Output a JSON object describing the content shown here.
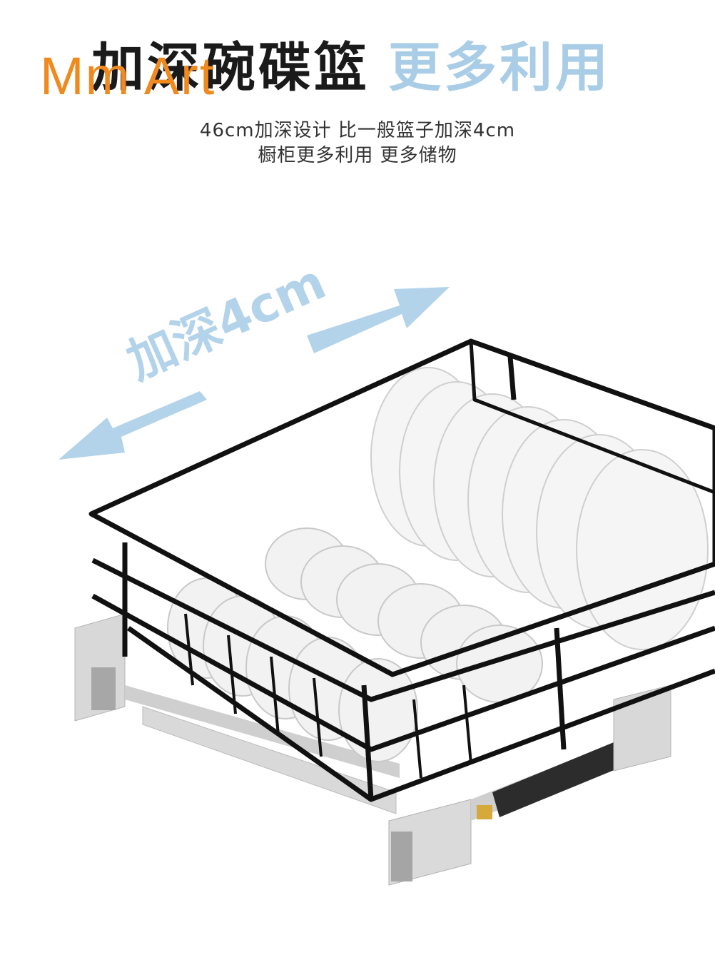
{
  "headline": {
    "dark": "加深碗碟篮",
    "light": "更多利用"
  },
  "watermark": "Mm Art",
  "subtitle": {
    "line1": "46cm加深设计 比一般篮子加深4cm",
    "line2": "橱柜更多利用 更多储物"
  },
  "callout": {
    "depth_label": "加深4cm"
  },
  "colors": {
    "headline_dark": "#1a1a1a",
    "headline_light": "#a9cde6",
    "watermark": "#f08a1e",
    "arrow": "#b3d3ea",
    "wire": "#111111",
    "plate": "#f4f4f4",
    "rail": "#c8c8c8"
  }
}
